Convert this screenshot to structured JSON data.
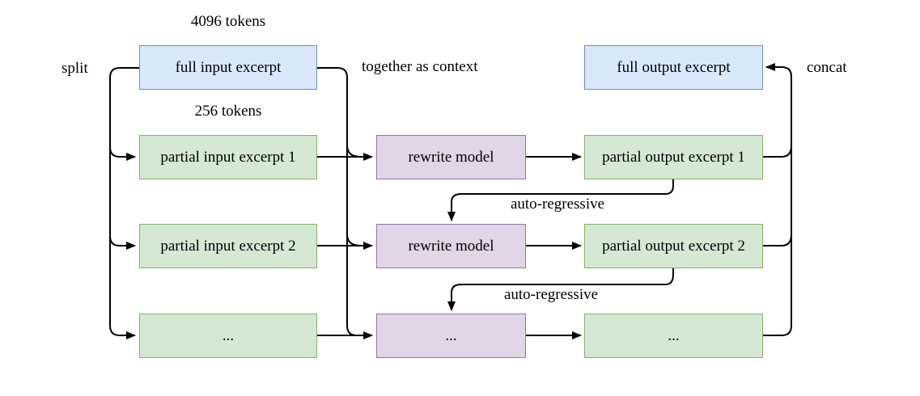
{
  "diagram": {
    "annotations": {
      "tokens_full": "4096 tokens",
      "tokens_partial": "256 tokens",
      "split": "split",
      "together_as_context": "together as context",
      "concat": "concat",
      "auto_regressive_1": "auto-regressive",
      "auto_regressive_2": "auto-regressive"
    },
    "nodes": {
      "full_input": {
        "label": "full input excerpt",
        "type": "blue"
      },
      "partial_input_1": {
        "label": "partial input excerpt 1",
        "type": "green"
      },
      "partial_input_2": {
        "label": "partial input excerpt 2",
        "type": "green"
      },
      "partial_input_more": {
        "label": "...",
        "type": "green"
      },
      "rewrite_1": {
        "label": "rewrite model",
        "type": "purple"
      },
      "rewrite_2": {
        "label": "rewrite model",
        "type": "purple"
      },
      "rewrite_more": {
        "label": "...",
        "type": "purple"
      },
      "full_output": {
        "label": "full output excerpt",
        "type": "blue"
      },
      "partial_output_1": {
        "label": "partial output excerpt 1",
        "type": "green"
      },
      "partial_output_2": {
        "label": "partial output excerpt 2",
        "type": "green"
      },
      "partial_output_more": {
        "label": "...",
        "type": "green"
      }
    },
    "colors": {
      "background": "#ffffff",
      "edge": "#000000",
      "blue_fill": "#dae8fc",
      "blue_border": "#6c8ebf",
      "green_fill": "#d5e8d4",
      "green_border": "#82b366",
      "purple_fill": "#e1d5e7",
      "purple_border": "#9673a6"
    }
  }
}
